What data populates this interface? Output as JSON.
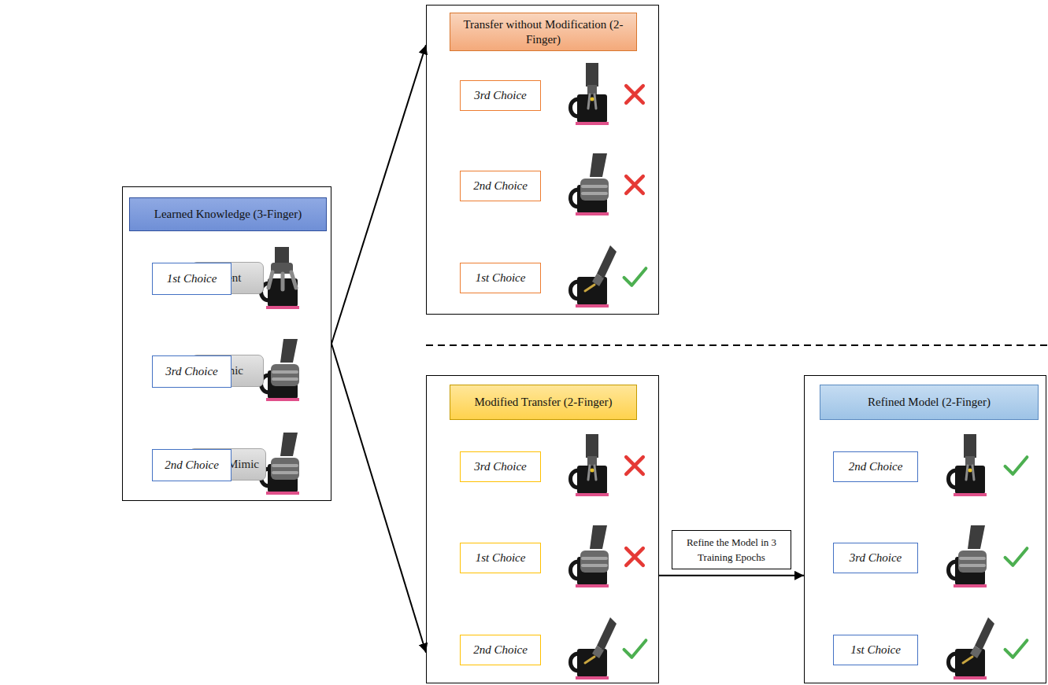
{
  "diagram": {
    "nodes": [
      {
        "text": [
          "Intent"
        ]
      },
      {
        "text": [
          "Mimic"
        ]
      },
      {
        "text": [
          "Intent-Mimic"
        ]
      },
      {
        "text": [
          "Learned Knowledge (3-Finger)"
        ]
      },
      {
        "text": [
          "1st Choice"
        ],
        "in": 3
      },
      {
        "text": [
          "3rd Choice"
        ],
        "in": 3
      },
      {
        "text": [
          "2nd Choice"
        ],
        "in": 3
      },
      {
        "text": [
          "Transfer without Modification (2-Finger)"
        ]
      },
      {
        "text": [
          "3rd Choice"
        ],
        "in": 7
      },
      {
        "text": [
          "2nd Choice"
        ],
        "in": 7
      },
      {
        "text": [
          "1st Choice"
        ],
        "in": 7
      },
      {
        "text": [
          "Modified Transfer (2-Finger)"
        ]
      },
      {
        "text": [
          "3rd Choice"
        ],
        "in": 11
      },
      {
        "text": [
          "1st Choice"
        ],
        "in": 11
      },
      {
        "text": [
          "2nd Choice"
        ],
        "in": 11
      },
      {
        "text": [
          "Refined Model (2-Finger)"
        ]
      },
      {
        "text": [
          "2nd Choice"
        ],
        "in": 15
      },
      {
        "text": [
          "3rd Choice"
        ],
        "in": 15
      },
      {
        "text": [
          "1st Choice"
        ],
        "in": 15
      }
    ],
    "edges": [
      {
        "from": 3,
        "to": 7,
        "arrow": "to"
      },
      {
        "from": 3,
        "to": 11,
        "arrow": "to"
      },
      {
        "from": 11,
        "to": 15,
        "arrow": "to",
        "label": "Refine the Model in 3 Training Epochs"
      }
    ]
  }
}
